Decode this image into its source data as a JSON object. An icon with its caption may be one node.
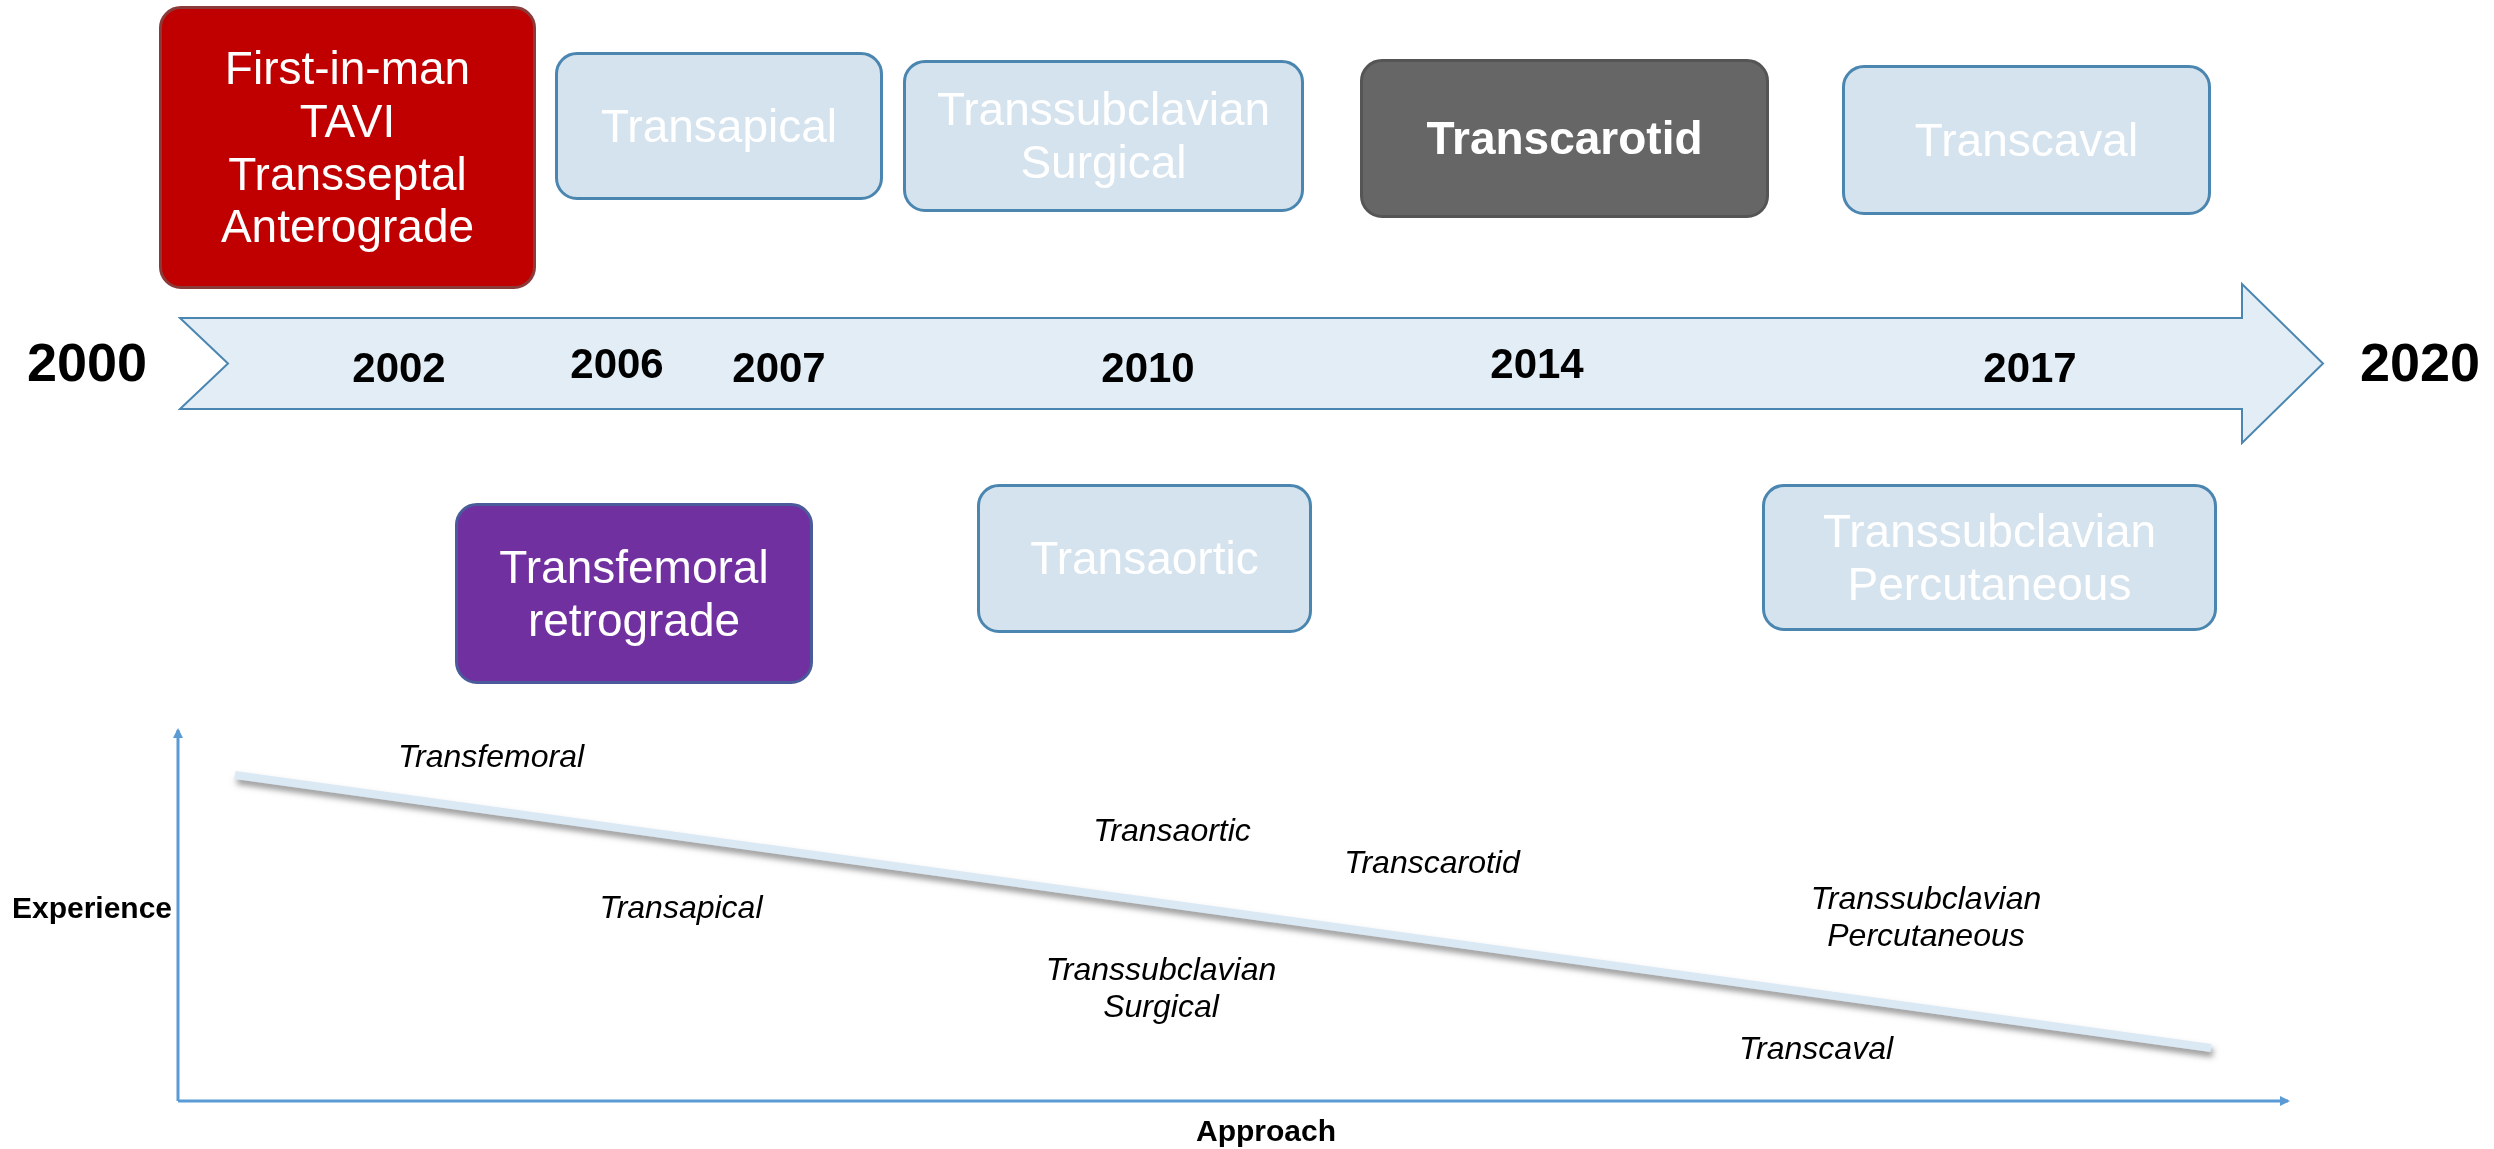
{
  "diagram": {
    "nodes": [
      {
        "text": [
          "First-in-man TAVI Transseptal Anterograde"
        ]
      },
      {
        "text": [
          "Transapical"
        ]
      },
      {
        "text": [
          "Transsubclavian Surgical"
        ]
      },
      {
        "text": [
          "Transcarotid"
        ]
      },
      {
        "text": [
          "Transcaval"
        ]
      },
      {
        "text": [
          "2002",
          "2006",
          "2007",
          "2010",
          "2014",
          "2017"
        ]
      },
      {
        "text": [
          "Transfemoral retrograde"
        ]
      },
      {
        "text": [
          "Transaortic"
        ]
      },
      {
        "text": [
          "Transsubclavian Percutaneous"
        ]
      }
    ],
    "labels": [
      "2000",
      "2020",
      "Transfemoral",
      "Transaortic",
      "Transcarotid",
      "Transapical",
      "Experience",
      "Transsubclavian Percutaneous",
      "Transsubclavian Surgical",
      "Transcaval",
      "Approach"
    ]
  }
}
